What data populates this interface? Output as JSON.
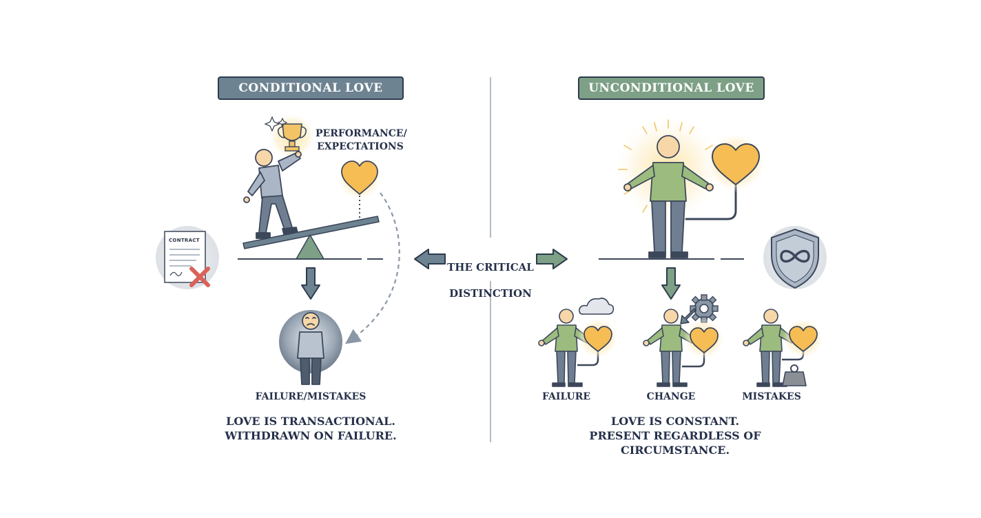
{
  "left": {
    "title": "CONDITIONAL LOVE",
    "performance_label": "PERFORMANCE/\nEXPECTATIONS",
    "failure_label": "FAILURE/MISTAKES",
    "caption_line1": "LOVE IS TRANSACTIONAL.",
    "caption_line2": "WITHDRAWN ON FAILURE.",
    "contract_text": "CONTRACT"
  },
  "center": {
    "line1": "THE CRITICAL",
    "line2": "DISTINCTION"
  },
  "right": {
    "title": "UNCONDITIONAL LOVE",
    "scenarios": [
      "FAILURE",
      "CHANGE",
      "MISTAKES"
    ],
    "caption_line1": "LOVE IS CONSTANT.",
    "caption_line2": "PRESENT REGARDLESS OF CIRCUMSTANCE."
  },
  "icons": {
    "trophy": "trophy-icon",
    "heart": "heart-icon",
    "contract": "contract-icon",
    "shield": "infinity-shield-icon",
    "cloud": "cloud-icon",
    "gear": "gear-icon",
    "weight": "weight-icon"
  },
  "colors": {
    "conditional_accent": "#6e8392",
    "unconditional_accent": "#7da086",
    "heart": "#f6bd55",
    "outline": "#2e3a4c"
  }
}
